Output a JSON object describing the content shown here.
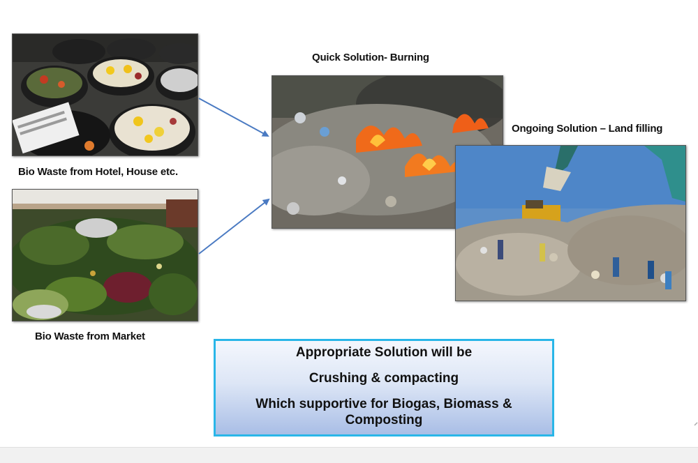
{
  "slide": {
    "images": {
      "hotel_waste": {
        "caption": "Bio Waste from Hotel, House etc."
      },
      "market_waste": {
        "caption": "Bio Waste from Market"
      },
      "burning": {
        "caption": "Quick Solution- Burning"
      },
      "landfill": {
        "caption": "Ongoing  Solution – Land filling"
      }
    },
    "solution_box": {
      "line1": "Appropriate Solution will be",
      "line2": "Crushing & compacting",
      "line3": "Which supportive for Biogas, Biomass & Composting"
    }
  },
  "colors": {
    "arrow": "#4a7ac2",
    "box_border": "#29b6e8",
    "box_gradient_bottom": "#a9bee6"
  }
}
